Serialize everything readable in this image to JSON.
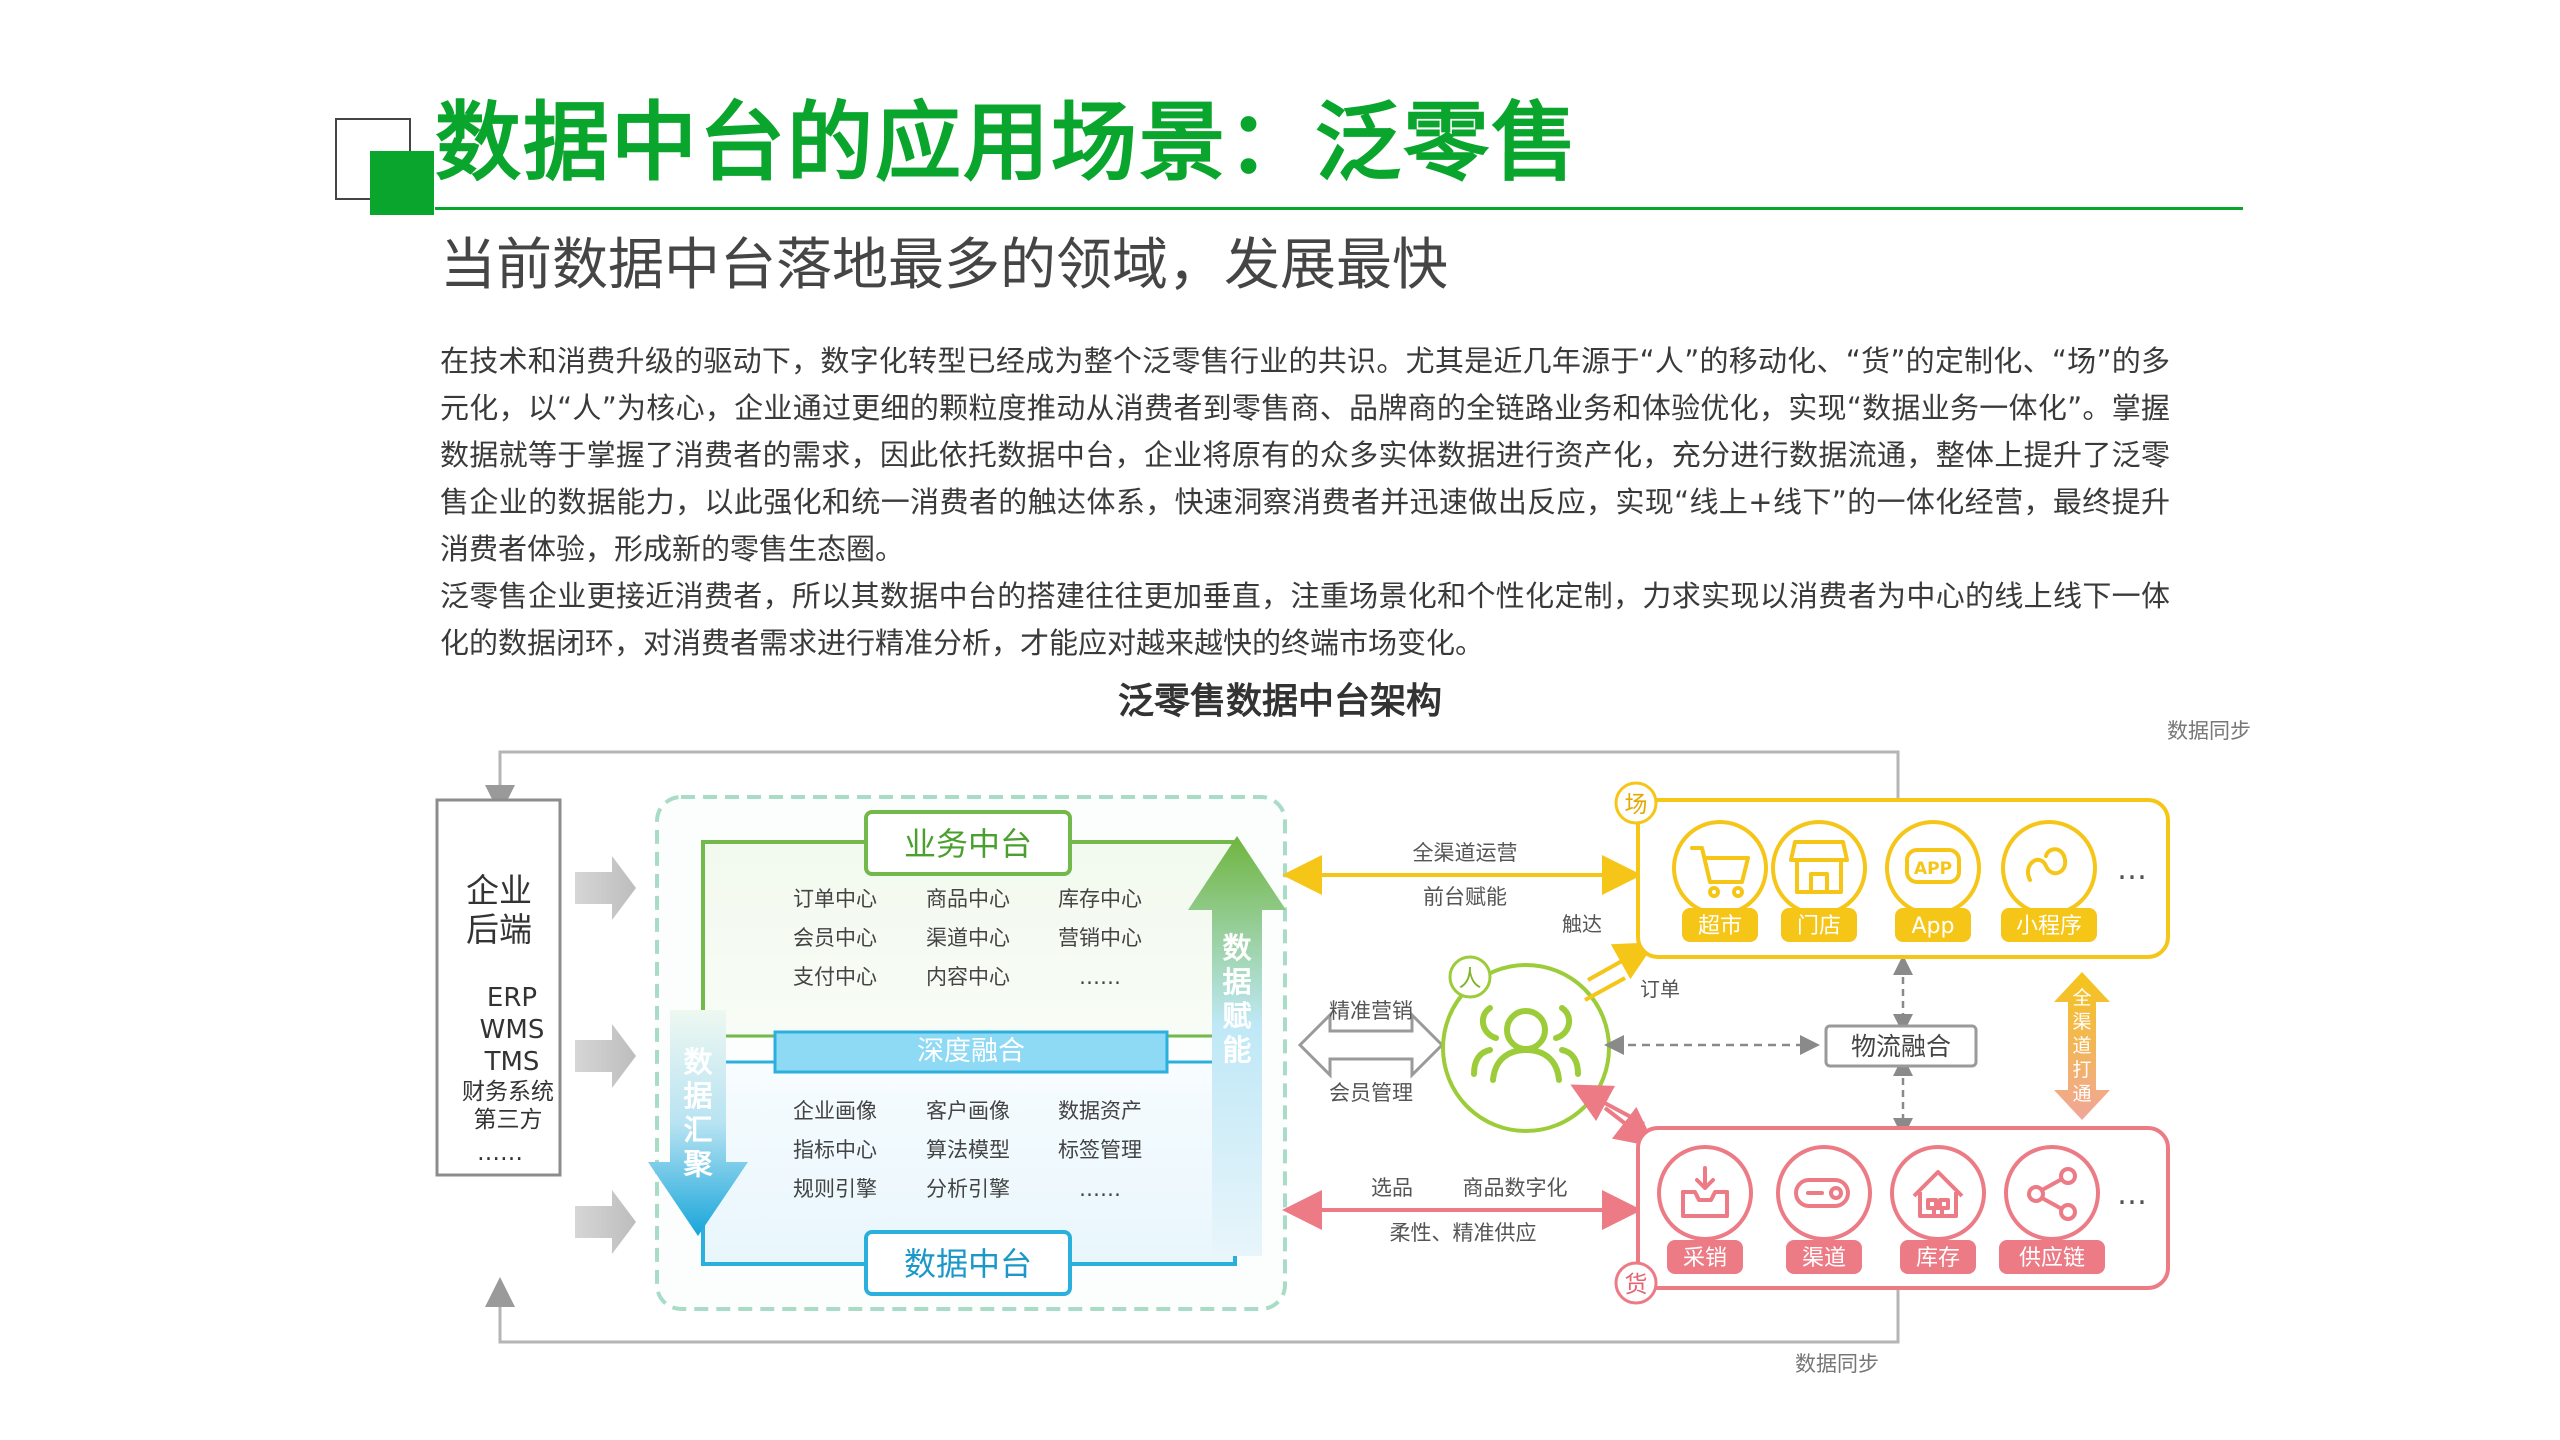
{
  "header": {
    "title": "数据中台的应用场景：泛零售",
    "subtitle": "当前数据中台落地最多的领域，发展最快"
  },
  "body": {
    "paragraph1": "在技术和消费升级的驱动下，数字化转型已经成为整个泛零售行业的共识。尤其是近几年源于“人”的移动化、“货”的定制化、“场”的多元化，以“人”为核心，企业通过更细的颗粒度推动从消费者到零售商、品牌商的全链路业务和体验优化，实现“数据业务一体化”。掌握数据就等于掌握了消费者的需求，因此依托数据中台，企业将原有的众多实体数据进行资产化，充分进行数据流通，整体上提升了泛零售企业的数据能力，以此强化和统一消费者的触达体系，快速洞察消费者并迅速做出反应，实现“线上+线下”的一体化经营，最终提升消费者体验，形成新的零售生态圈。",
    "paragraph2": "泛零售企业更接近消费者，所以其数据中台的搭建往往更加垂直，注重场景化和个性化定制，力求实现以消费者为中心的线上线下一体化的数据闭环，对消费者需求进行精准分析，才能应对越来越快的终端市场变化。"
  },
  "diagram": {
    "title": "泛零售数据中台架构",
    "sync_top": "数据同步",
    "sync_bottom": "数据同步",
    "backend": {
      "title_line1": "企业",
      "title_line2": "后端",
      "systems": [
        "ERP",
        "WMS",
        "TMS",
        "财务系统",
        "第三方",
        "……"
      ]
    },
    "business_platform": {
      "label": "业务中台",
      "items": [
        "订单中心",
        "商品中心",
        "库存中心",
        "会员中心",
        "渠道中心",
        "营销中心",
        "支付中心",
        "内容中心",
        "……"
      ]
    },
    "fusion_label": "深度融合",
    "data_platform": {
      "label": "数据中台",
      "items": [
        "企业画像",
        "客户画像",
        "数据资产",
        "指标中心",
        "算法模型",
        "标签管理",
        "规则引擎",
        "分析引擎",
        "……"
      ]
    },
    "left_arrow_label": [
      "数",
      "据",
      "汇",
      "聚"
    ],
    "right_arrow_label": [
      "数",
      "据",
      "赋",
      "能"
    ],
    "top_link": {
      "line1": "全渠道运营",
      "line2": "前台赋能"
    },
    "middle_link": {
      "line1": "精准营销",
      "line2": "会员管理"
    },
    "bottom_link": {
      "left": "选品",
      "right": "商品数字化",
      "line2": "柔性、精准供应"
    },
    "person_badge": "人",
    "scene_badge": "场",
    "goods_badge": "货",
    "reach_label": "触达",
    "order_label": "订单",
    "logistics_label": "物流融合",
    "omni_label": [
      "全",
      "渠",
      "道",
      "打",
      "通"
    ],
    "scene_items": [
      "超市",
      "门店",
      "App",
      "小程序"
    ],
    "goods_items": [
      "采销",
      "渠道",
      "库存",
      "供应链"
    ],
    "ellipsis": "…",
    "app_icon_text": "APP",
    "colors": {
      "brand_green": "#0aa52c",
      "scene_yellow": "#f5c518",
      "goods_pink": "#ec7b86",
      "person_green": "#9ccc3a",
      "business_green": "#72b84a",
      "data_blue": "#2bb0de"
    }
  }
}
